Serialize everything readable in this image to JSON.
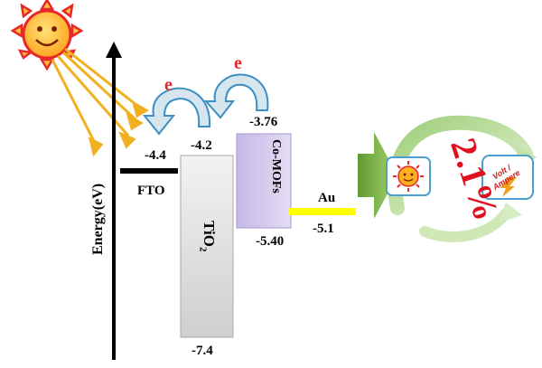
{
  "axis": {
    "label": "Energy(eV)"
  },
  "levels": {
    "fto": {
      "name": "FTO",
      "value": "-4.4"
    },
    "tio2": {
      "name": "TiO",
      "subscript": "2",
      "cb": "-4.2",
      "vb": "-7.4"
    },
    "comofs": {
      "name": "Co-MOFs",
      "lumo": "-3.76",
      "homo": "-5.40"
    },
    "au": {
      "name": "Au",
      "value": "-5.1"
    }
  },
  "electron_labels": [
    "e",
    "e"
  ],
  "efficiency": {
    "value": "2.1%"
  },
  "output": {
    "line1": "Volt /",
    "line2": "Ampere"
  },
  "colors": {
    "tio2_fill": "#dcdcdc",
    "comofs_fill": "#ccc0e6",
    "au_bar": "#ffff00",
    "arrow_green": "#7db346",
    "electron_red": "#e8222a",
    "sun_red": "#e8272a",
    "sun_yellow": "#ffb020",
    "curved_arrow_fill": "#d7e6ee",
    "curved_arrow_stroke": "#3a8fc4"
  }
}
